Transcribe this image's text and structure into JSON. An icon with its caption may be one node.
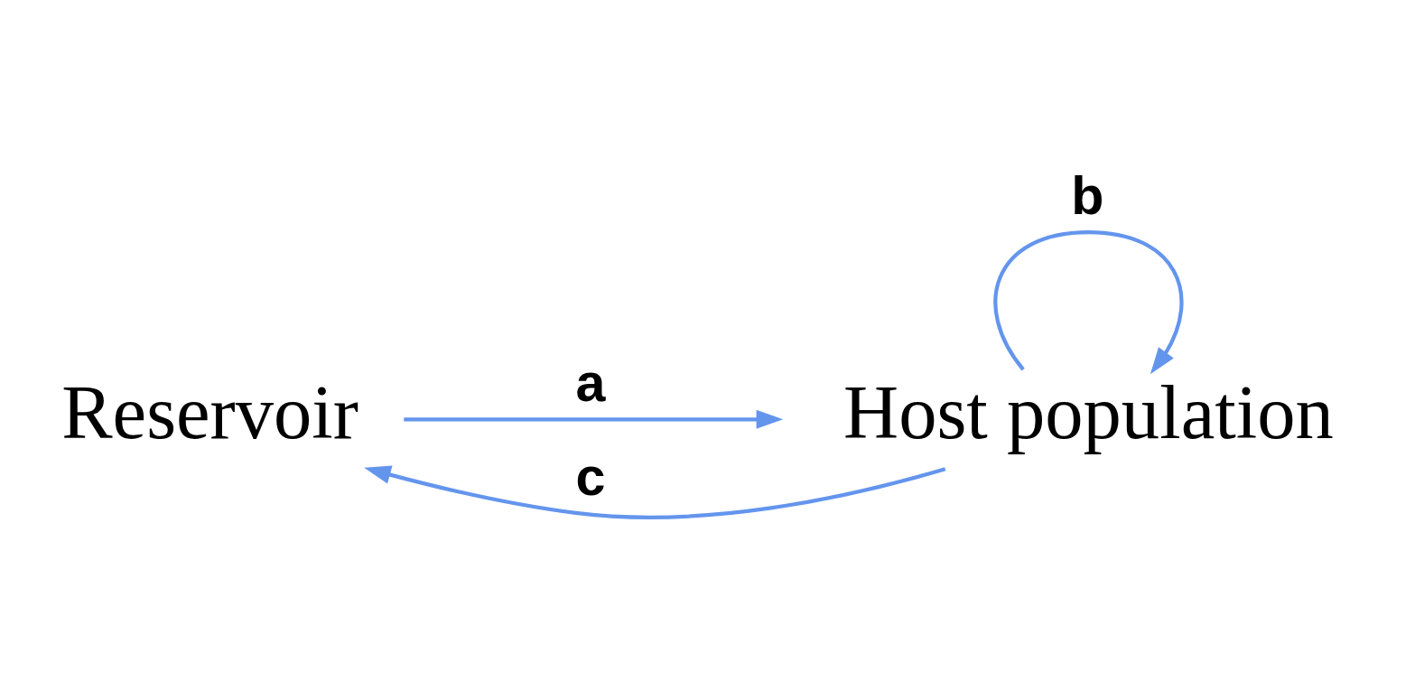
{
  "diagram": {
    "nodes": [
      {
        "text": [
          "Reservoir"
        ]
      },
      {
        "text": [
          "Host population"
        ]
      }
    ],
    "edges": [
      {
        "from": 0,
        "to": 1,
        "arrow": "to",
        "label": "a"
      },
      {
        "from": 1,
        "to": 1,
        "arrow": "to",
        "label": "b"
      },
      {
        "from": 1,
        "to": 0,
        "arrow": "to",
        "label": "c"
      }
    ]
  }
}
